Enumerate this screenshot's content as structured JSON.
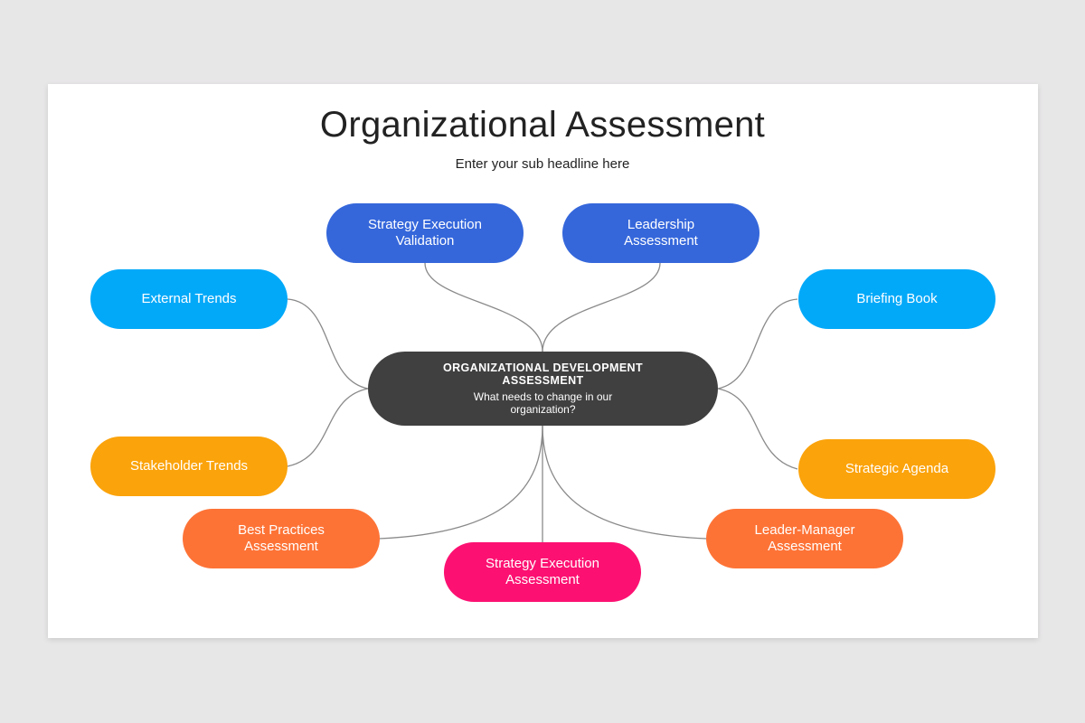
{
  "title": "Organizational Assessment",
  "subtitle": "Enter your sub headline here",
  "center": {
    "title": "ORGANIZATIONAL  DEVELOPMENT ASSESSMENT",
    "subtitle": "What needs to change in our organization?",
    "color": "#404040"
  },
  "nodes": {
    "strategy_execution_validation": {
      "label": "Strategy Execution\nValidation",
      "color": "#3567db"
    },
    "leadership_assessment": {
      "label": "Leadership\nAssessment",
      "color": "#3567db"
    },
    "external_trends": {
      "label": "External Trends",
      "color": "#03a9f9"
    },
    "briefing_book": {
      "label": "Briefing Book",
      "color": "#03a9f9"
    },
    "stakeholder_trends": {
      "label": "Stakeholder Trends",
      "color": "#fba30b"
    },
    "strategic_agenda": {
      "label": "Strategic Agenda",
      "color": "#fba30b"
    },
    "best_practices_assessment": {
      "label": "Best Practices\nAssessment",
      "color": "#fd7336"
    },
    "leader_manager_assessment": {
      "label": "Leader-Manager\nAssessment",
      "color": "#fd7336"
    },
    "strategy_execution_assessment": {
      "label": "Strategy Execution\nAssessment",
      "color": "#fc1172"
    }
  },
  "connector_color": "#8a8a8a",
  "background_color": "#e8e7e8"
}
